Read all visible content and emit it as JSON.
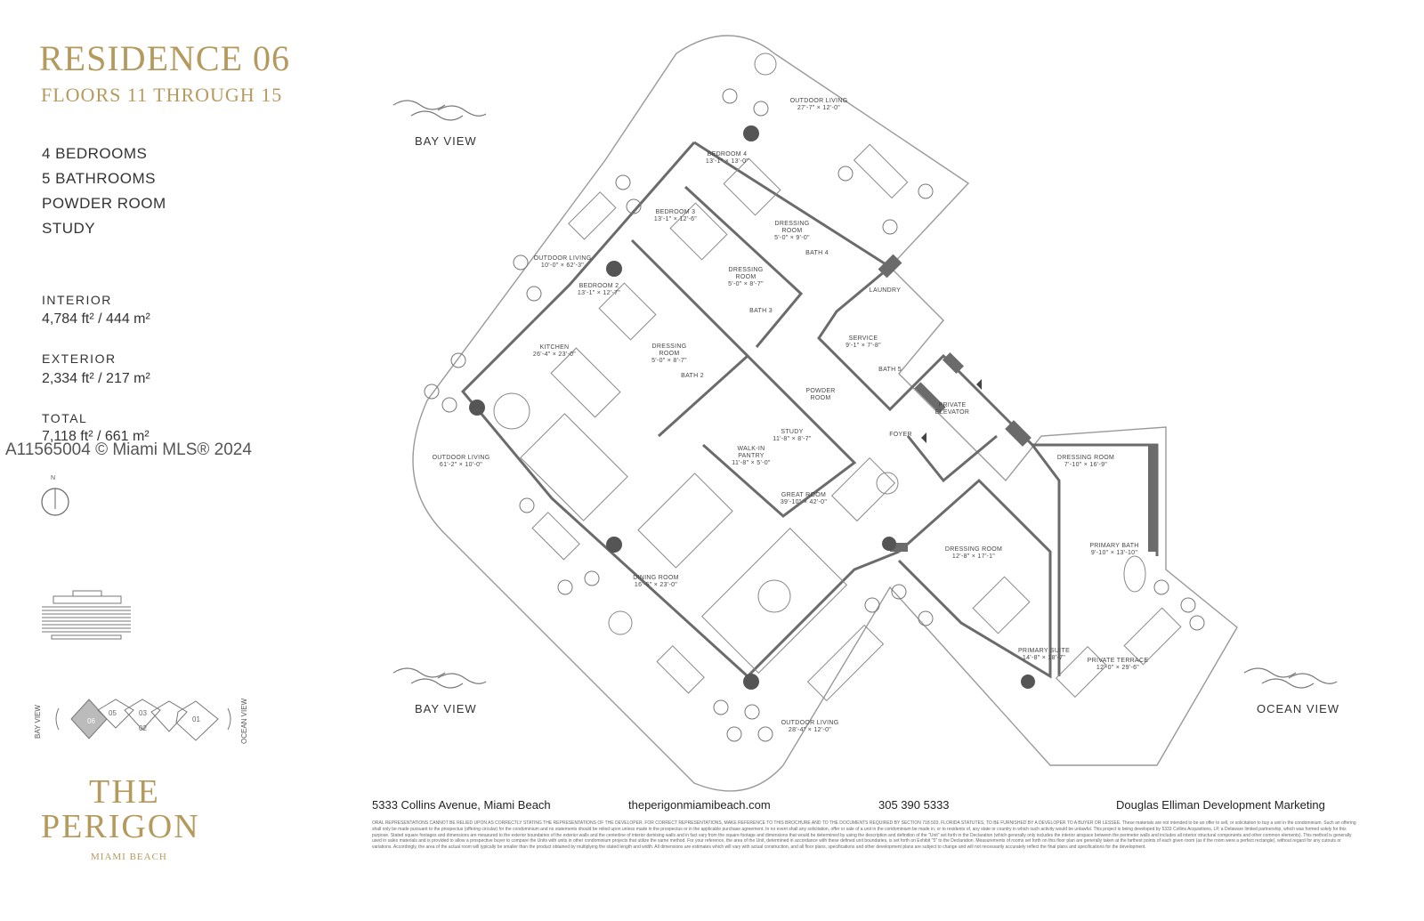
{
  "header": {
    "title": "RESIDENCE 06",
    "subtitle": "FLOORS 11 THROUGH 15"
  },
  "features": [
    "4 BEDROOMS",
    "5 BATHROOMS",
    "POWDER ROOM",
    "STUDY"
  ],
  "stats": {
    "interior_label": "INTERIOR",
    "interior_value": "4,784 ft² / 444 m²",
    "exterior_label": "EXTERIOR",
    "exterior_value": "2,334 ft² / 217 m²",
    "total_label": "TOTAL",
    "total_value": "7,118 ft² / 661 m²"
  },
  "watermark": "A11565004 © Miami MLS® 2024",
  "compass_label": "N",
  "keyplan": {
    "bay_view": "BAY VIEW",
    "ocean_view": "OCEAN VIEW",
    "units": [
      "06",
      "05",
      "03",
      "02",
      "01"
    ]
  },
  "brand": {
    "line1": "THE",
    "line2": "PERIGON",
    "line3": "MIAMI BEACH"
  },
  "views": {
    "bay_top": "BAY VIEW",
    "bay_bottom": "BAY VIEW",
    "ocean": "OCEAN VIEW"
  },
  "rooms": [
    {
      "name": "OUTDOOR LIVING",
      "dim": "27'-7\" × 12'-0\""
    },
    {
      "name": "BEDROOM 4",
      "dim": "13'-1\" × 13'-0\""
    },
    {
      "name": "BEDROOM 3",
      "dim": "13'-1\" × 12'-6\""
    },
    {
      "name": "DRESSING ROOM",
      "dim": "5'-0\" × 9'-0\""
    },
    {
      "name": "BATH 4",
      "dim": ""
    },
    {
      "name": "OUTDOOR LIVING",
      "dim": "10'-0\" × 62'-3\""
    },
    {
      "name": "DRESSING ROOM",
      "dim": "5'-0\" × 8'-7\""
    },
    {
      "name": "BEDROOM 2",
      "dim": "13'-1\" × 12'-7\""
    },
    {
      "name": "BATH 3",
      "dim": ""
    },
    {
      "name": "LAUNDRY",
      "dim": ""
    },
    {
      "name": "KITCHEN",
      "dim": "26'-4\" × 23'-0\""
    },
    {
      "name": "DRESSING ROOM",
      "dim": "5'-0\" × 8'-7\""
    },
    {
      "name": "SERVICE",
      "dim": "9'-1\" × 7'-8\""
    },
    {
      "name": "BATH 2",
      "dim": ""
    },
    {
      "name": "BATH 5",
      "dim": ""
    },
    {
      "name": "POWDER ROOM",
      "dim": ""
    },
    {
      "name": "PRIVATE ELEVATOR",
      "dim": ""
    },
    {
      "name": "STUDY",
      "dim": "11'-8\" × 8'-7\""
    },
    {
      "name": "FOYER",
      "dim": ""
    },
    {
      "name": "WALK-IN PANTRY",
      "dim": "11'-8\" × 5'-0\""
    },
    {
      "name": "OUTDOOR LIVING",
      "dim": "61'-2\" × 10'-0\""
    },
    {
      "name": "DRESSING ROOM",
      "dim": "7'-10\" × 16'-9\""
    },
    {
      "name": "GREAT ROOM",
      "dim": "39'-10\" × 42'-0\""
    },
    {
      "name": "DRESSING ROOM",
      "dim": "12'-8\" × 17'-1\""
    },
    {
      "name": "PRIMARY BATH",
      "dim": "9'-10\" × 13'-10\""
    },
    {
      "name": "DINING ROOM",
      "dim": "16'-5\" × 23'-0\""
    },
    {
      "name": "PRIMARY SUITE",
      "dim": "14'-8\" × 18'-7\""
    },
    {
      "name": "PRIVATE TERRACE",
      "dim": "12'-0\" × 29'-6\""
    },
    {
      "name": "OUTDOOR LIVING",
      "dim": "28'-4\" × 12'-0\""
    }
  ],
  "footer": {
    "address": "5333 Collins Avenue, Miami Beach",
    "website": "theperigonmiamibeach.com",
    "phone": "305 390 5333",
    "marketing": "Douglas Elliman Development Marketing",
    "disclaimer": "ORAL REPRESENTATIONS CANNOT BE RELIED UPON AS CORRECTLY STATING THE REPRESENTATIONS OF THE DEVELOPER. FOR CORRECT REPRESENTATIONS, MAKE REFERENCE TO THIS BROCHURE AND TO THE DOCUMENTS REQUIRED BY SECTION 718.503, FLORIDA STATUTES, TO BE FURNISHED BY A DEVELOPER TO A BUYER OR LESSEE. These materials are not intended to be an offer to sell, or solicitation to buy a unit in the condominium. Such an offering shall only be made pursuant to the prospectus (offering circular) for the condominium and no statements should be relied upon unless made in the prospectus or in the applicable purchase agreement. In no event shall any solicitation, offer or sale of a unit in the condominium be made in, or to residents of, any state or country in which such activity would be unlawful. This project is being developed by 5333 Collins Acquisitions, LP, a Delaware limited partnership, which was formed solely for this purpose. Stated square footages and dimensions are measured to the exterior boundaries of the exterior walls and the centerline of interior demising walls and in fact vary from the square footage and dimensions that would be determined by using the description and definition of the \"Unit\" set forth in the Declaration (which generally only includes the interior airspace between the perimeter walls and includes all interior structural components and other common elements). This method is generally used in sales materials and is provided to allow a prospective buyer to compare the Units with units in other condominium projects that utilize the same method. For your reference, the area of the Unit, determined in accordance with these defined unit boundaries, is set forth on Exhibit \"5\" to the Declaration. Measurements of rooms set forth on this floor plan are generally taken at the farthest points of each given room (as if the room were a perfect rectangle), without regard for any cutouts or variations. Accordingly, the area of the actual room will typically be smaller than the product obtained by multiplying the stated length and width. All dimensions are estimates which will vary with actual construction, and all floor plans, specifications and other development plans are subject to change and will not necessarily accurately reflect the final plans and specifications for the development."
  },
  "colors": {
    "gold": "#b59a5e",
    "wall": "#6b6b6b",
    "line": "#8a8a8a"
  }
}
